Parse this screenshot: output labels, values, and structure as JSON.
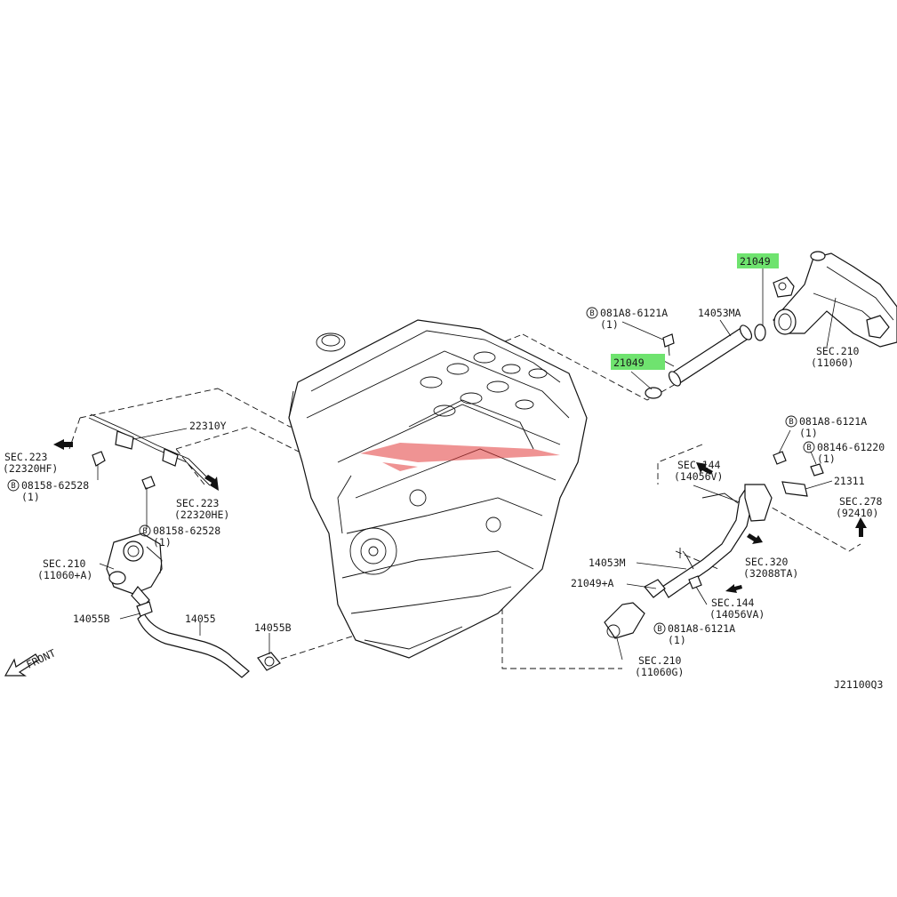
{
  "labels": {
    "l21049_top": "21049",
    "l21049_mid": "21049",
    "l14053MA": "14053MA",
    "l081A8_top": "081A8-6121A",
    "l081A8_top_q": "(1)",
    "sec210_right": "SEC.210",
    "sec210_right_sub": "(11060)",
    "l22310Y": "22310Y",
    "sec223_left": "SEC.223",
    "sec223_left_sub": "(22320HF)",
    "l08158_a": "08158-62528",
    "l08158_a_q": "(1)",
    "sec223_mid": "SEC.223",
    "sec223_mid_sub": "(22320HE)",
    "l08158_b": "08158-62528",
    "l08158_b_q": "(1)",
    "sec210_left": "SEC.210",
    "sec210_left_sub": "(11060+A)",
    "l14055B_left": "14055B",
    "l14055": "14055",
    "l14055B_right": "14055B",
    "front": "FRONT",
    "l081A8_right": "081A8-6121A",
    "l081A8_right_q": "(1)",
    "l08146": "08146-61220",
    "l08146_q": "(1)",
    "l21311": "21311",
    "sec144_top": "SEC.144",
    "sec144_top_sub": "(14056V)",
    "sec278": "SEC.278",
    "sec278_sub": "(92410)",
    "sec320": "SEC.320",
    "sec320_sub": "(32088TA)",
    "l14053M": "14053M",
    "l21049A": "21049+A",
    "sec144_bot": "SEC.144",
    "sec144_bot_sub": "(14056VA)",
    "l081A8_bot": "081A8-6121A",
    "l081A8_bot_q": "(1)",
    "sec210_bot": "SEC.210",
    "sec210_bot_sub": "(11060G)",
    "diagram_code": "J21100Q3"
  },
  "bolt_marker": "B",
  "colors": {
    "highlight": "#6fe36f",
    "line": "#111111",
    "watermark": "#e23b3b"
  }
}
